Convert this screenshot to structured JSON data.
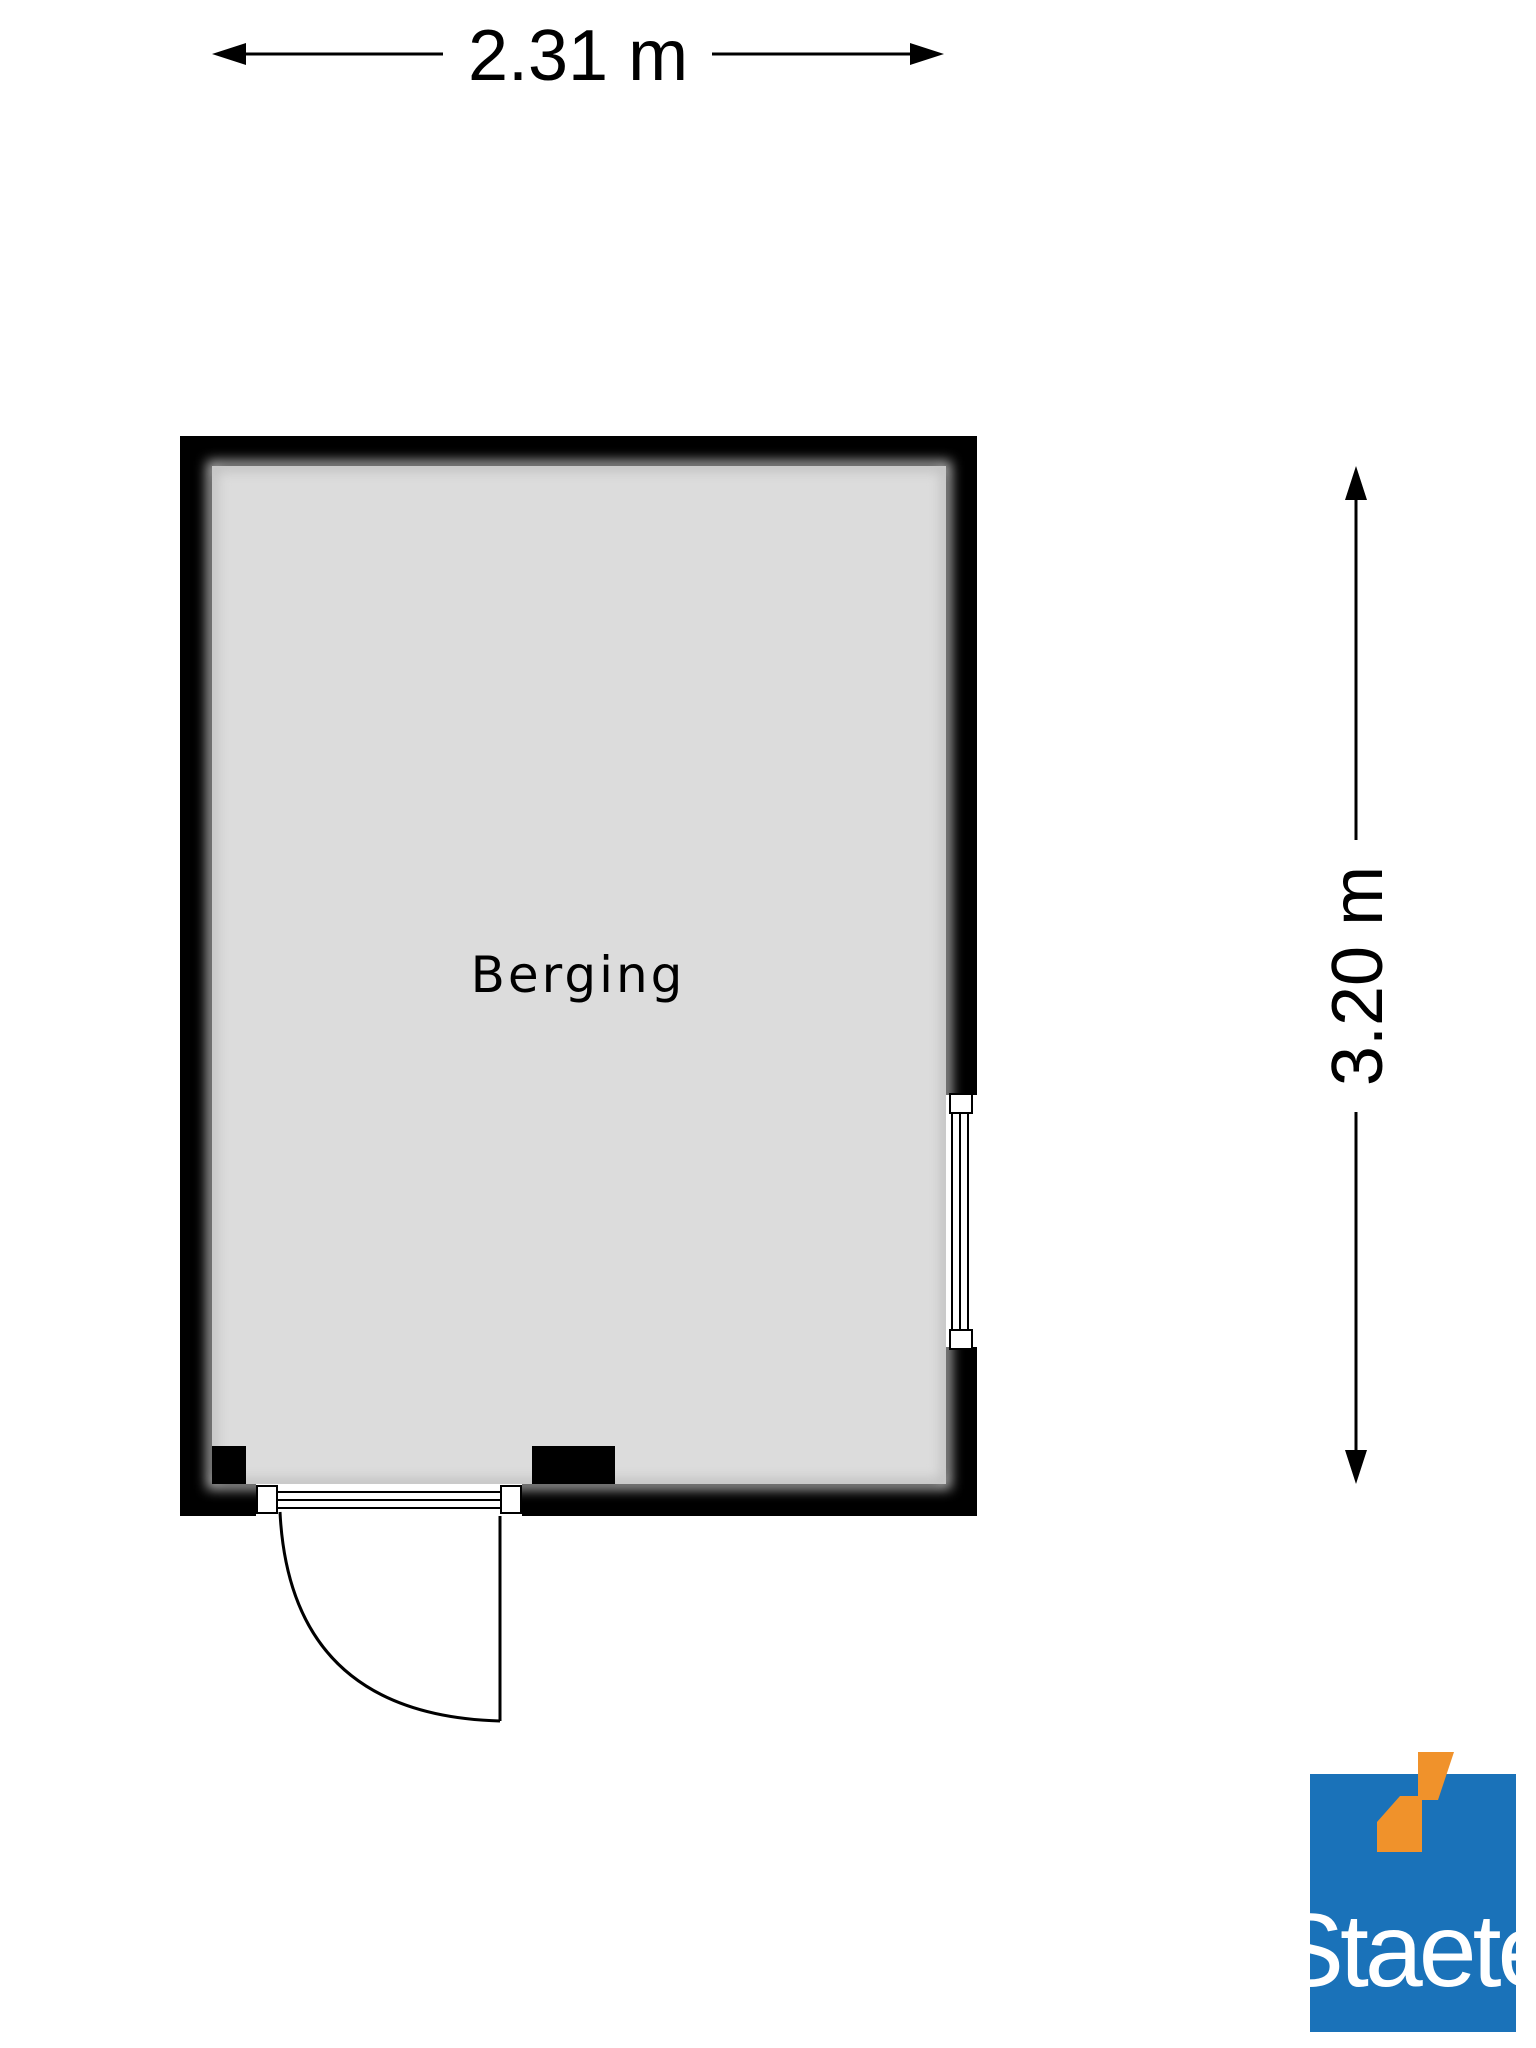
{
  "floorplan": {
    "room_label": "Berging",
    "dimensions": {
      "width": "2.31 m",
      "depth": "3.20 m"
    },
    "colors": {
      "wall": "#000000",
      "floor": "#dcdcdc",
      "logo_blue": "#1a72b9",
      "logo_orange": "#f0922b"
    }
  },
  "logo": {
    "brand": "Staete"
  }
}
